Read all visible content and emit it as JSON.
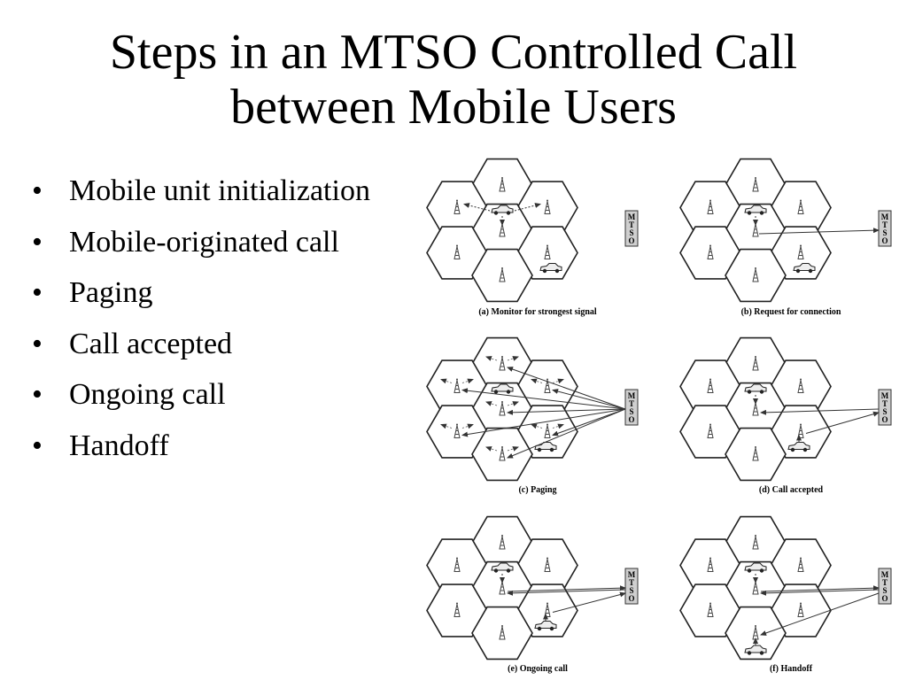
{
  "title": {
    "line1": "Steps in an MTSO Controlled Call",
    "line2": "between Mobile Users"
  },
  "bullets": [
    "Mobile unit initialization",
    "Mobile-originated call",
    "Paging",
    "Call accepted",
    "Ongoing call",
    "Handoff"
  ],
  "mtso_letters": [
    "M",
    "T",
    "S",
    "O"
  ],
  "panels": [
    {
      "caption": "(a) Monitor for strongest signal"
    },
    {
      "caption": "(b) Request for connection"
    },
    {
      "caption": "(c) Paging"
    },
    {
      "caption": "(d) Call accepted"
    },
    {
      "caption": "(e) Ongoing call"
    },
    {
      "caption": "(f) Handoff"
    }
  ],
  "icons": {
    "cell": "hexagon-cell",
    "tower": "cell-tower-icon",
    "car": "car-icon",
    "mtso": "mtso-box"
  },
  "colors": {
    "background": "#ffffff",
    "text": "#000000",
    "mtso_fill": "#cfcfcf"
  }
}
